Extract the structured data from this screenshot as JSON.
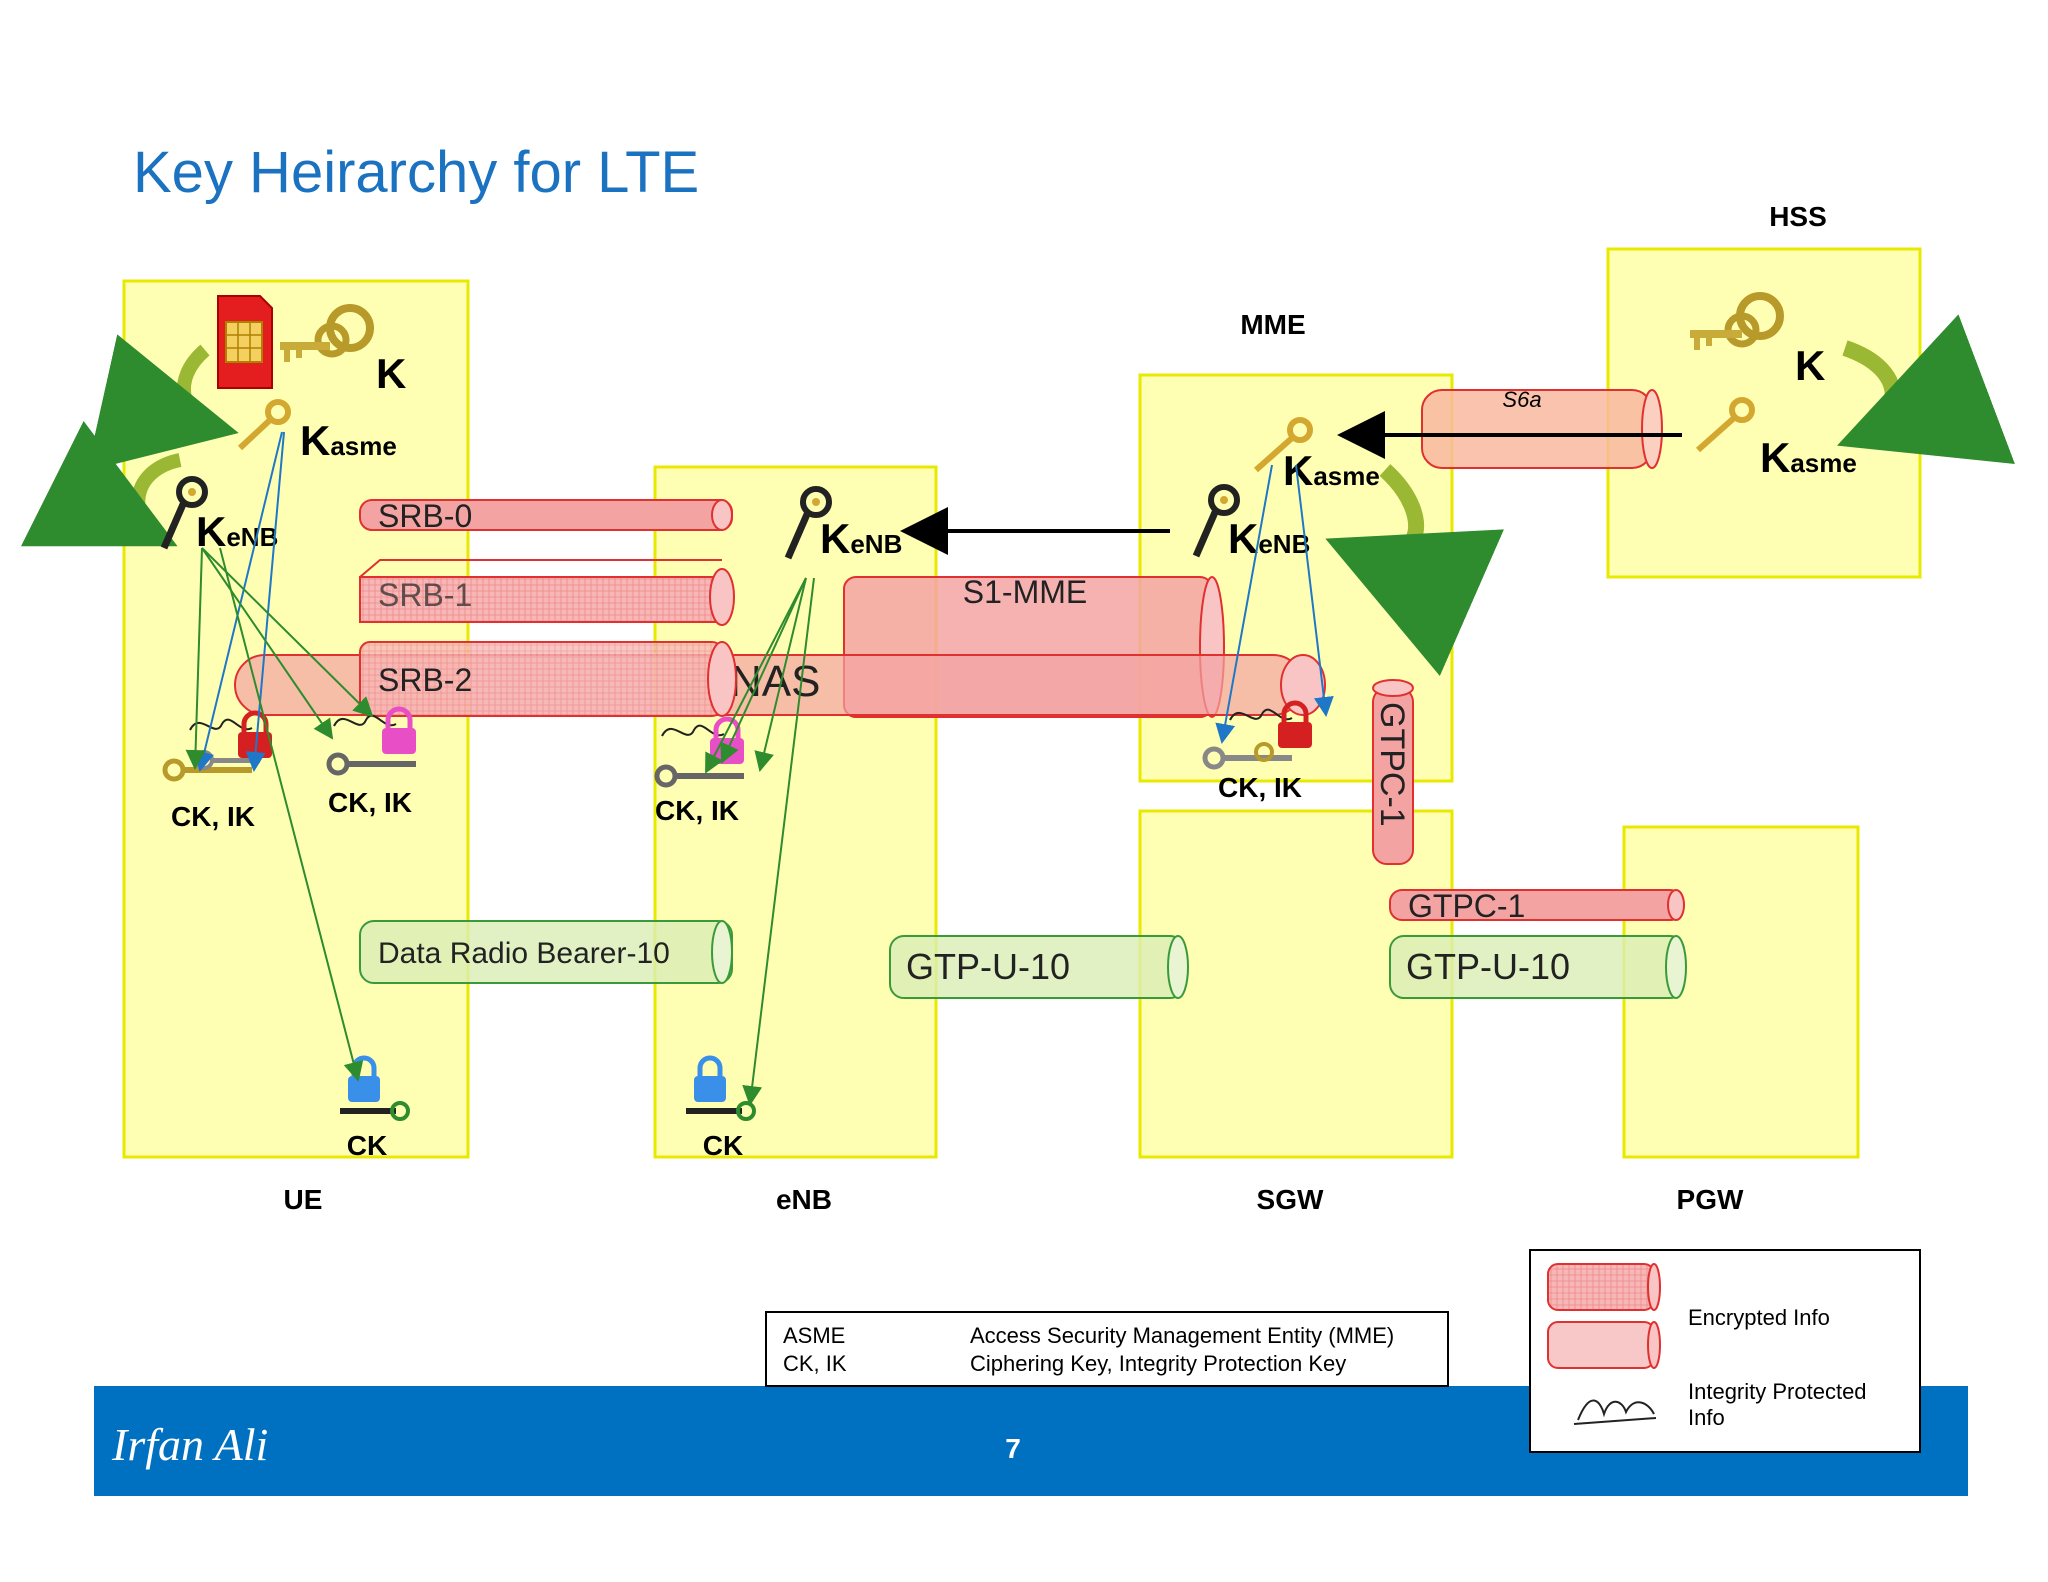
{
  "title": "Key Heirarchy for LTE",
  "nodes": {
    "hss": "HSS",
    "mme": "MME",
    "ue": "UE",
    "enb": "eNB",
    "sgw": "SGW",
    "pgw": "PGW"
  },
  "keys": {
    "k": "K",
    "kasme_main": "K",
    "kasme_sub": "asme",
    "kenb_main": "K",
    "kenb_sub": "eNB",
    "ck_ik": "CK, IK",
    "ck": "CK"
  },
  "tunnels": {
    "srb0": "SRB-0",
    "srb1": "SRB-1",
    "srb2": "SRB-2",
    "nas": "NAS",
    "s1_mme": "S1-MME",
    "s6a": "S6a",
    "gtpc1_vertical": "GTPC-1",
    "gtpc1": "GTPC-1",
    "drb10": "Data Radio Bearer-10",
    "gtpu10_enb": "GTP-U-10",
    "gtpu10_sgw": "GTP-U-10"
  },
  "glossary": [
    {
      "term": "ASME",
      "definition": "Access Security Management Entity (MME)"
    },
    {
      "term": "CK, IK",
      "definition": "Ciphering Key, Integrity Protection Key"
    }
  ],
  "legend": {
    "encrypted": "Encrypted Info",
    "integrity_line1": "Integrity Protected",
    "integrity_line2": "Info"
  },
  "footer": {
    "author": "Irfan Ali",
    "page": "7"
  },
  "colors": {
    "title": "#1a72c0",
    "entity_fill": "#ffff99",
    "entity_stroke": "#e8e800",
    "tunnel_red": "#f4a3a3",
    "tunnel_green": "#d9edb5",
    "footer": "#0070c0",
    "arrow_blue": "#1f77c8",
    "arrow_green": "#2e8b2e"
  }
}
